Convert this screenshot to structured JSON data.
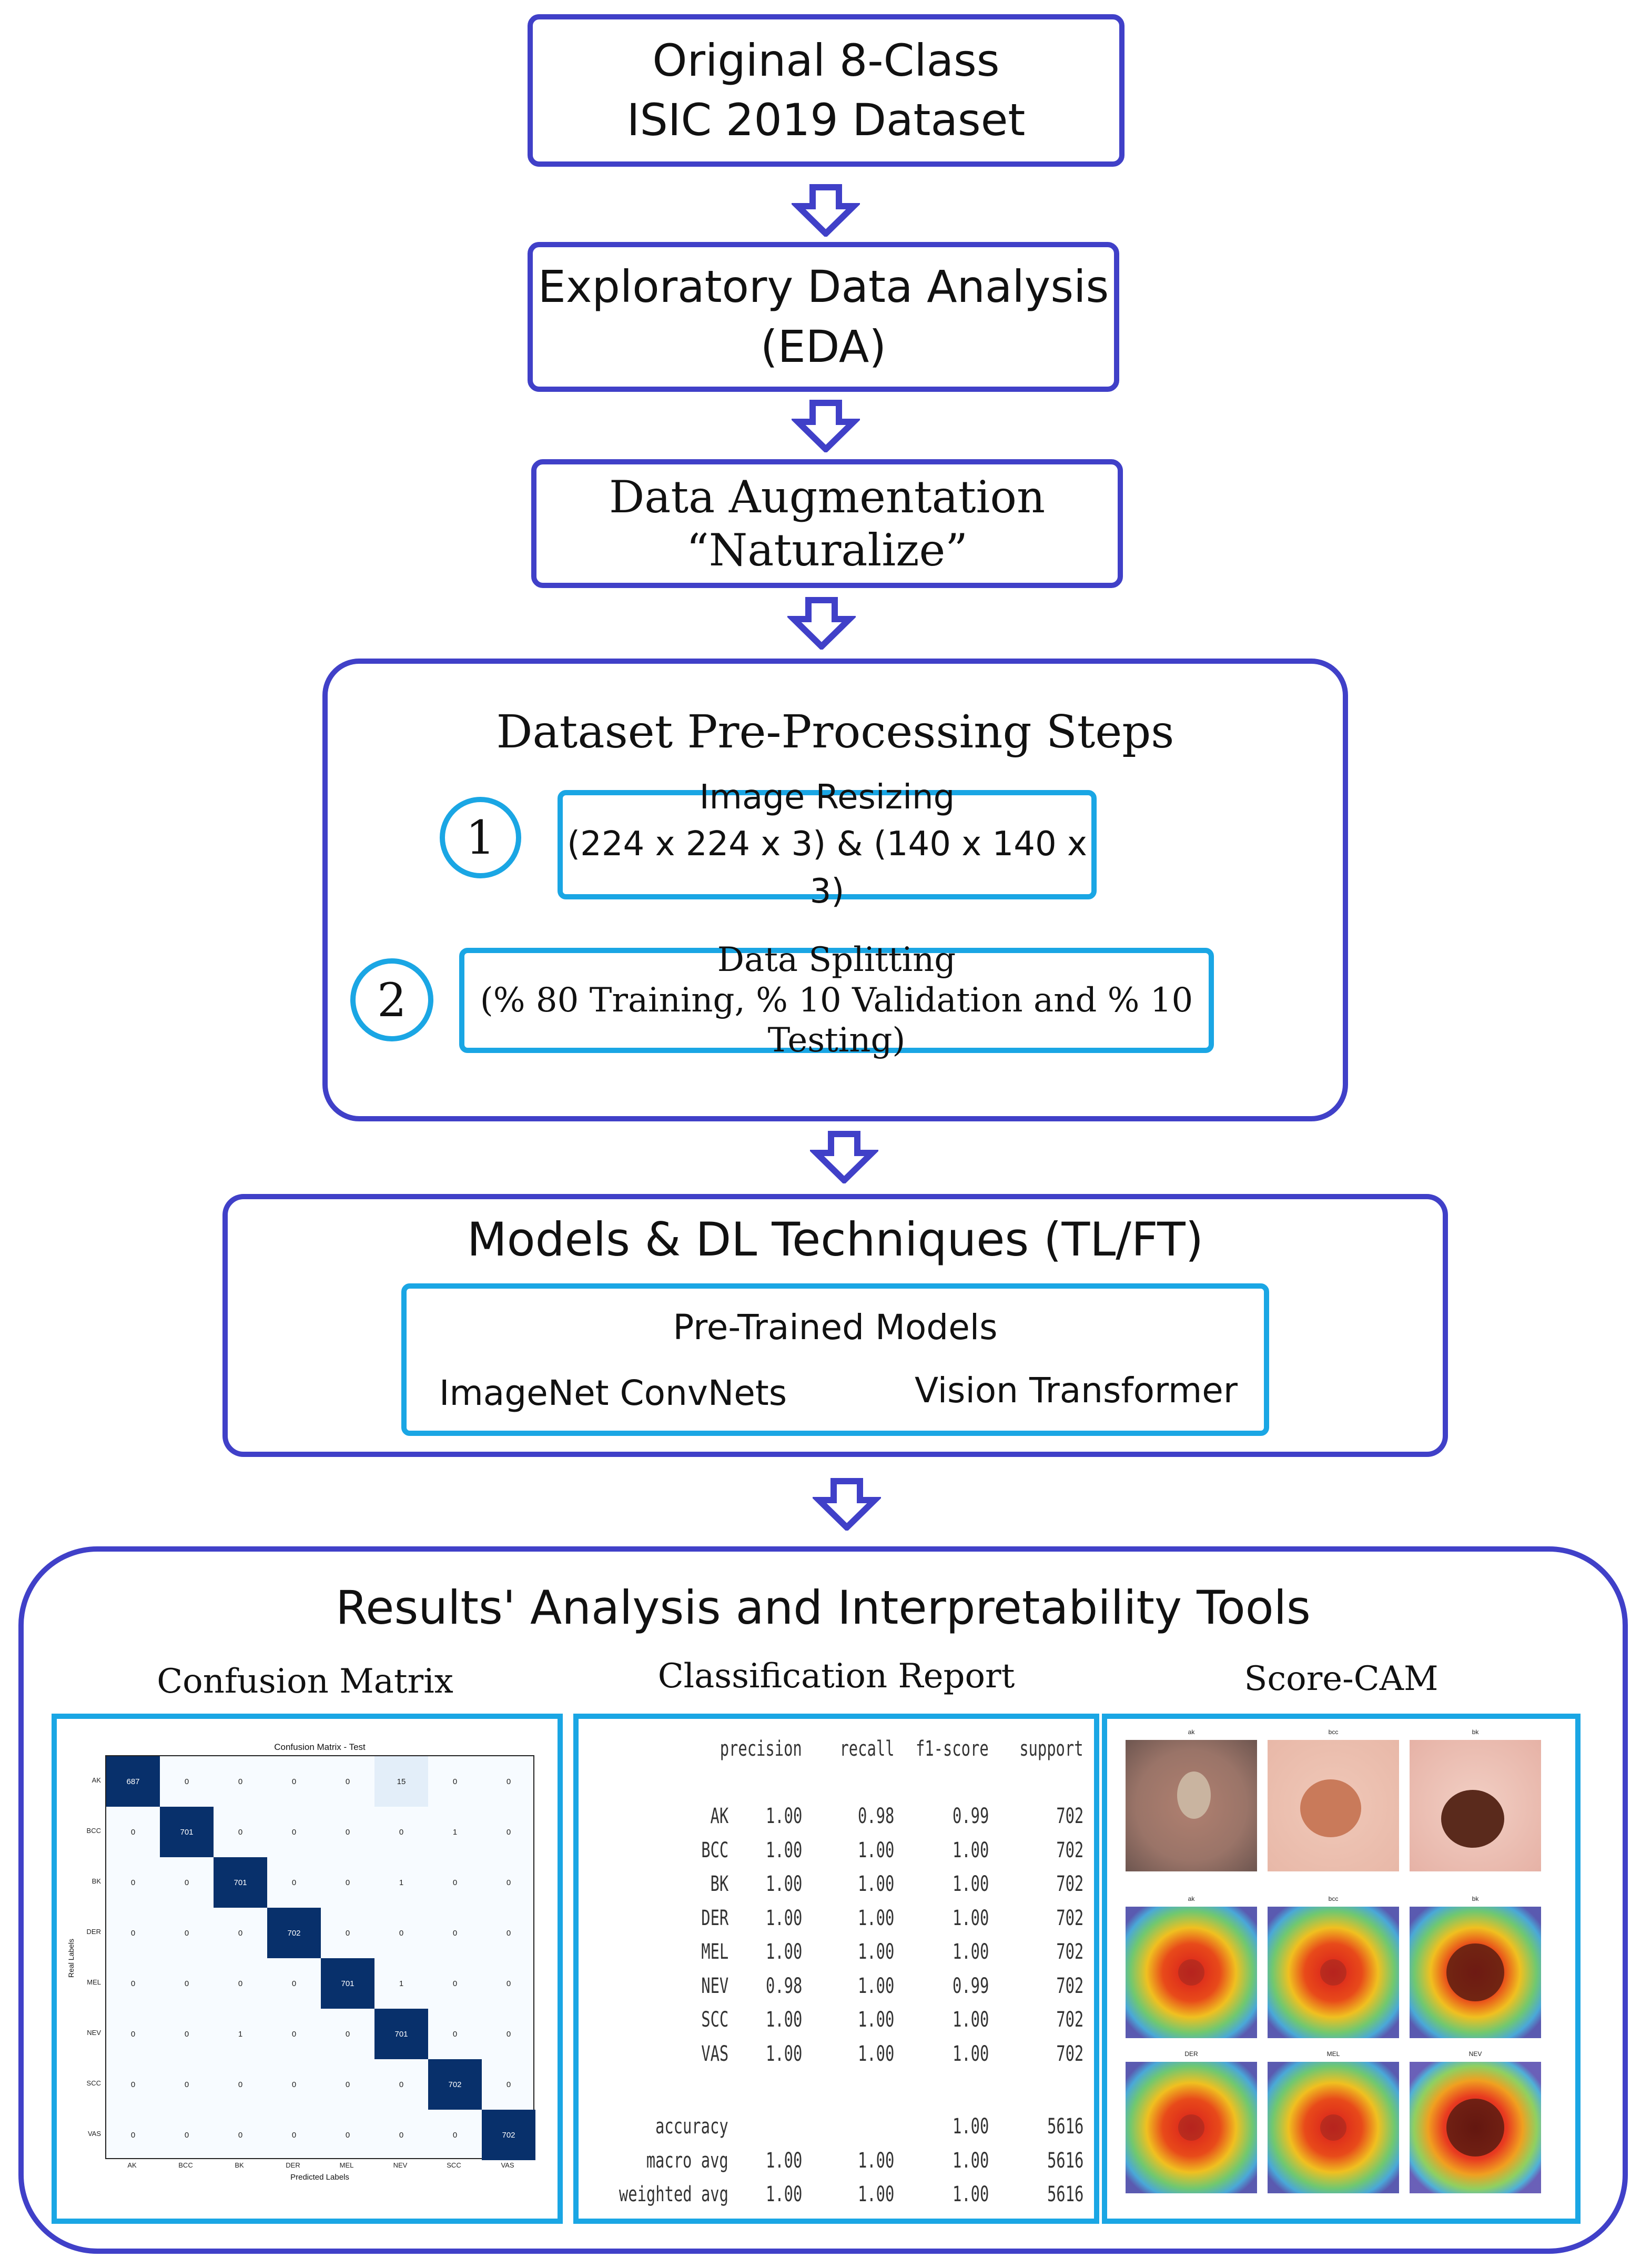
{
  "steps": {
    "dataset": {
      "line1": "Original 8-Class",
      "line2": "ISIC 2019 Dataset"
    },
    "eda": {
      "line1": "Exploratory Data Analysis",
      "line2": "(EDA)"
    },
    "augmentation": {
      "line1": "Data Augmentation",
      "line2": "“Naturalize”"
    },
    "preprocessing": {
      "title": "Dataset Pre-Processing Steps",
      "step1": {
        "number": "1",
        "line1": "Image Resizing",
        "line2": "(224 x 224 x 3) & (140 x 140 x 3)"
      },
      "step2": {
        "number": "2",
        "line1": "Data Splitting",
        "line2": "(% 80 Training, % 10 Validation and % 10 Testing)"
      }
    },
    "models": {
      "title": "Models & DL Techniques (TL/FT)",
      "pretrained": "Pre-Trained Models",
      "left": "ImageNet ConvNets",
      "right": "Vision Transformer"
    },
    "results": {
      "title": "Results' Analysis and Interpretability Tools"
    }
  },
  "confusion_matrix": {
    "heading": "Confusion Matrix",
    "title": "Confusion Matrix - Test",
    "xlabel": "Predicted Labels",
    "ylabel": "Real Labels",
    "labels": [
      "AK",
      "BCC",
      "BK",
      "DER",
      "MEL",
      "NEV",
      "SCC",
      "VAS"
    ],
    "matrix": [
      [
        687,
        0,
        0,
        0,
        0,
        15,
        0,
        0
      ],
      [
        0,
        701,
        0,
        0,
        0,
        0,
        1,
        0
      ],
      [
        0,
        0,
        701,
        0,
        0,
        1,
        0,
        0
      ],
      [
        0,
        0,
        0,
        702,
        0,
        0,
        0,
        0
      ],
      [
        0,
        0,
        0,
        0,
        701,
        1,
        0,
        0
      ],
      [
        0,
        0,
        1,
        0,
        0,
        701,
        0,
        0
      ],
      [
        0,
        0,
        0,
        0,
        0,
        0,
        702,
        0
      ],
      [
        0,
        0,
        0,
        0,
        0,
        0,
        0,
        702
      ]
    ]
  },
  "classification_report": {
    "heading": "Classification Report",
    "columns": [
      "precision",
      "recall",
      "f1-score",
      "support"
    ],
    "rows": [
      {
        "label": "AK",
        "precision": "1.00",
        "recall": "0.98",
        "f1": "0.99",
        "support": "702"
      },
      {
        "label": "BCC",
        "precision": "1.00",
        "recall": "1.00",
        "f1": "1.00",
        "support": "702"
      },
      {
        "label": "BK",
        "precision": "1.00",
        "recall": "1.00",
        "f1": "1.00",
        "support": "702"
      },
      {
        "label": "DER",
        "precision": "1.00",
        "recall": "1.00",
        "f1": "1.00",
        "support": "702"
      },
      {
        "label": "MEL",
        "precision": "1.00",
        "recall": "1.00",
        "f1": "1.00",
        "support": "702"
      },
      {
        "label": "NEV",
        "precision": "0.98",
        "recall": "1.00",
        "f1": "0.99",
        "support": "702"
      },
      {
        "label": "SCC",
        "precision": "1.00",
        "recall": "1.00",
        "f1": "1.00",
        "support": "702"
      },
      {
        "label": "VAS",
        "precision": "1.00",
        "recall": "1.00",
        "f1": "1.00",
        "support": "702"
      }
    ],
    "summary": [
      {
        "label": "accuracy",
        "precision": "",
        "recall": "",
        "f1": "1.00",
        "support": "5616"
      },
      {
        "label": "macro avg",
        "precision": "1.00",
        "recall": "1.00",
        "f1": "1.00",
        "support": "5616"
      },
      {
        "label": "weighted avg",
        "precision": "1.00",
        "recall": "1.00",
        "f1": "1.00",
        "support": "5616"
      }
    ]
  },
  "score_cam": {
    "heading": "Score-CAM",
    "row1_titles": [
      "ak",
      "bcc",
      "bk"
    ],
    "row2_titles": [
      "ak",
      "bcc",
      "bk"
    ],
    "row3_titles": [
      "DER",
      "MEL",
      "NEV"
    ]
  }
}
